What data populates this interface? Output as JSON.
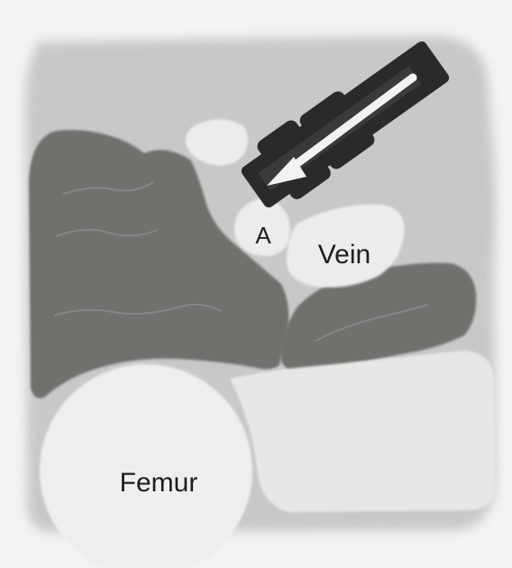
{
  "labels": {
    "artery": "A",
    "vein": "Vein",
    "femur": "Femur"
  },
  "colors": {
    "paper": "#f3f3f1",
    "tissue_background": "#c7c7c5",
    "muscle": "#6f6f6d",
    "vessel": "#ececea",
    "bone": "#eeeeec",
    "probe": "#2a2a28",
    "arrow": "#f2f2f0",
    "text": "#1d1d1d"
  }
}
